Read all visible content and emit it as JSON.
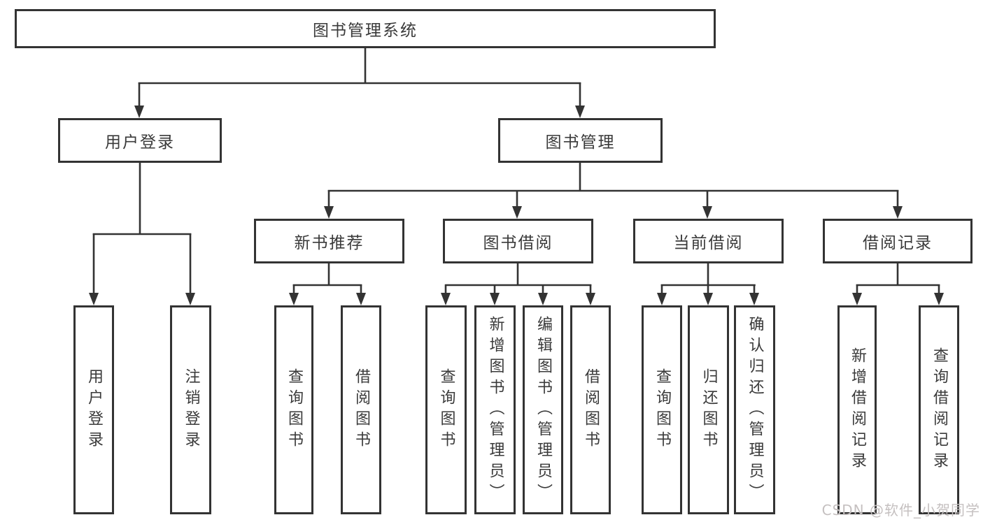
{
  "diagram": {
    "root": "图书管理系统",
    "branches": [
      {
        "label": "用户登录",
        "leaves": [
          "用户登录",
          "注销登录"
        ]
      },
      {
        "label": "图书管理",
        "sections": [
          {
            "label": "新书推荐",
            "leaves": [
              "查询图书",
              "借阅图书"
            ]
          },
          {
            "label": "图书借阅",
            "leaves": [
              "查询图书",
              "新增图书（管理员）",
              "编辑图书（管理员）",
              "借阅图书"
            ]
          },
          {
            "label": "当前借阅",
            "leaves": [
              "查询图书",
              "归还图书",
              "确认归还（管理员）"
            ]
          },
          {
            "label": "借阅记录",
            "leaves": [
              "新增借阅记录",
              "查询借阅记录"
            ]
          }
        ]
      }
    ],
    "watermark": "CSDN @软件_小贺同学",
    "colors": {
      "line": "#333333",
      "box_border": "#333333",
      "text": "#3a3a3a",
      "background": "#ffffff",
      "watermark": "#c5c0c0"
    }
  }
}
